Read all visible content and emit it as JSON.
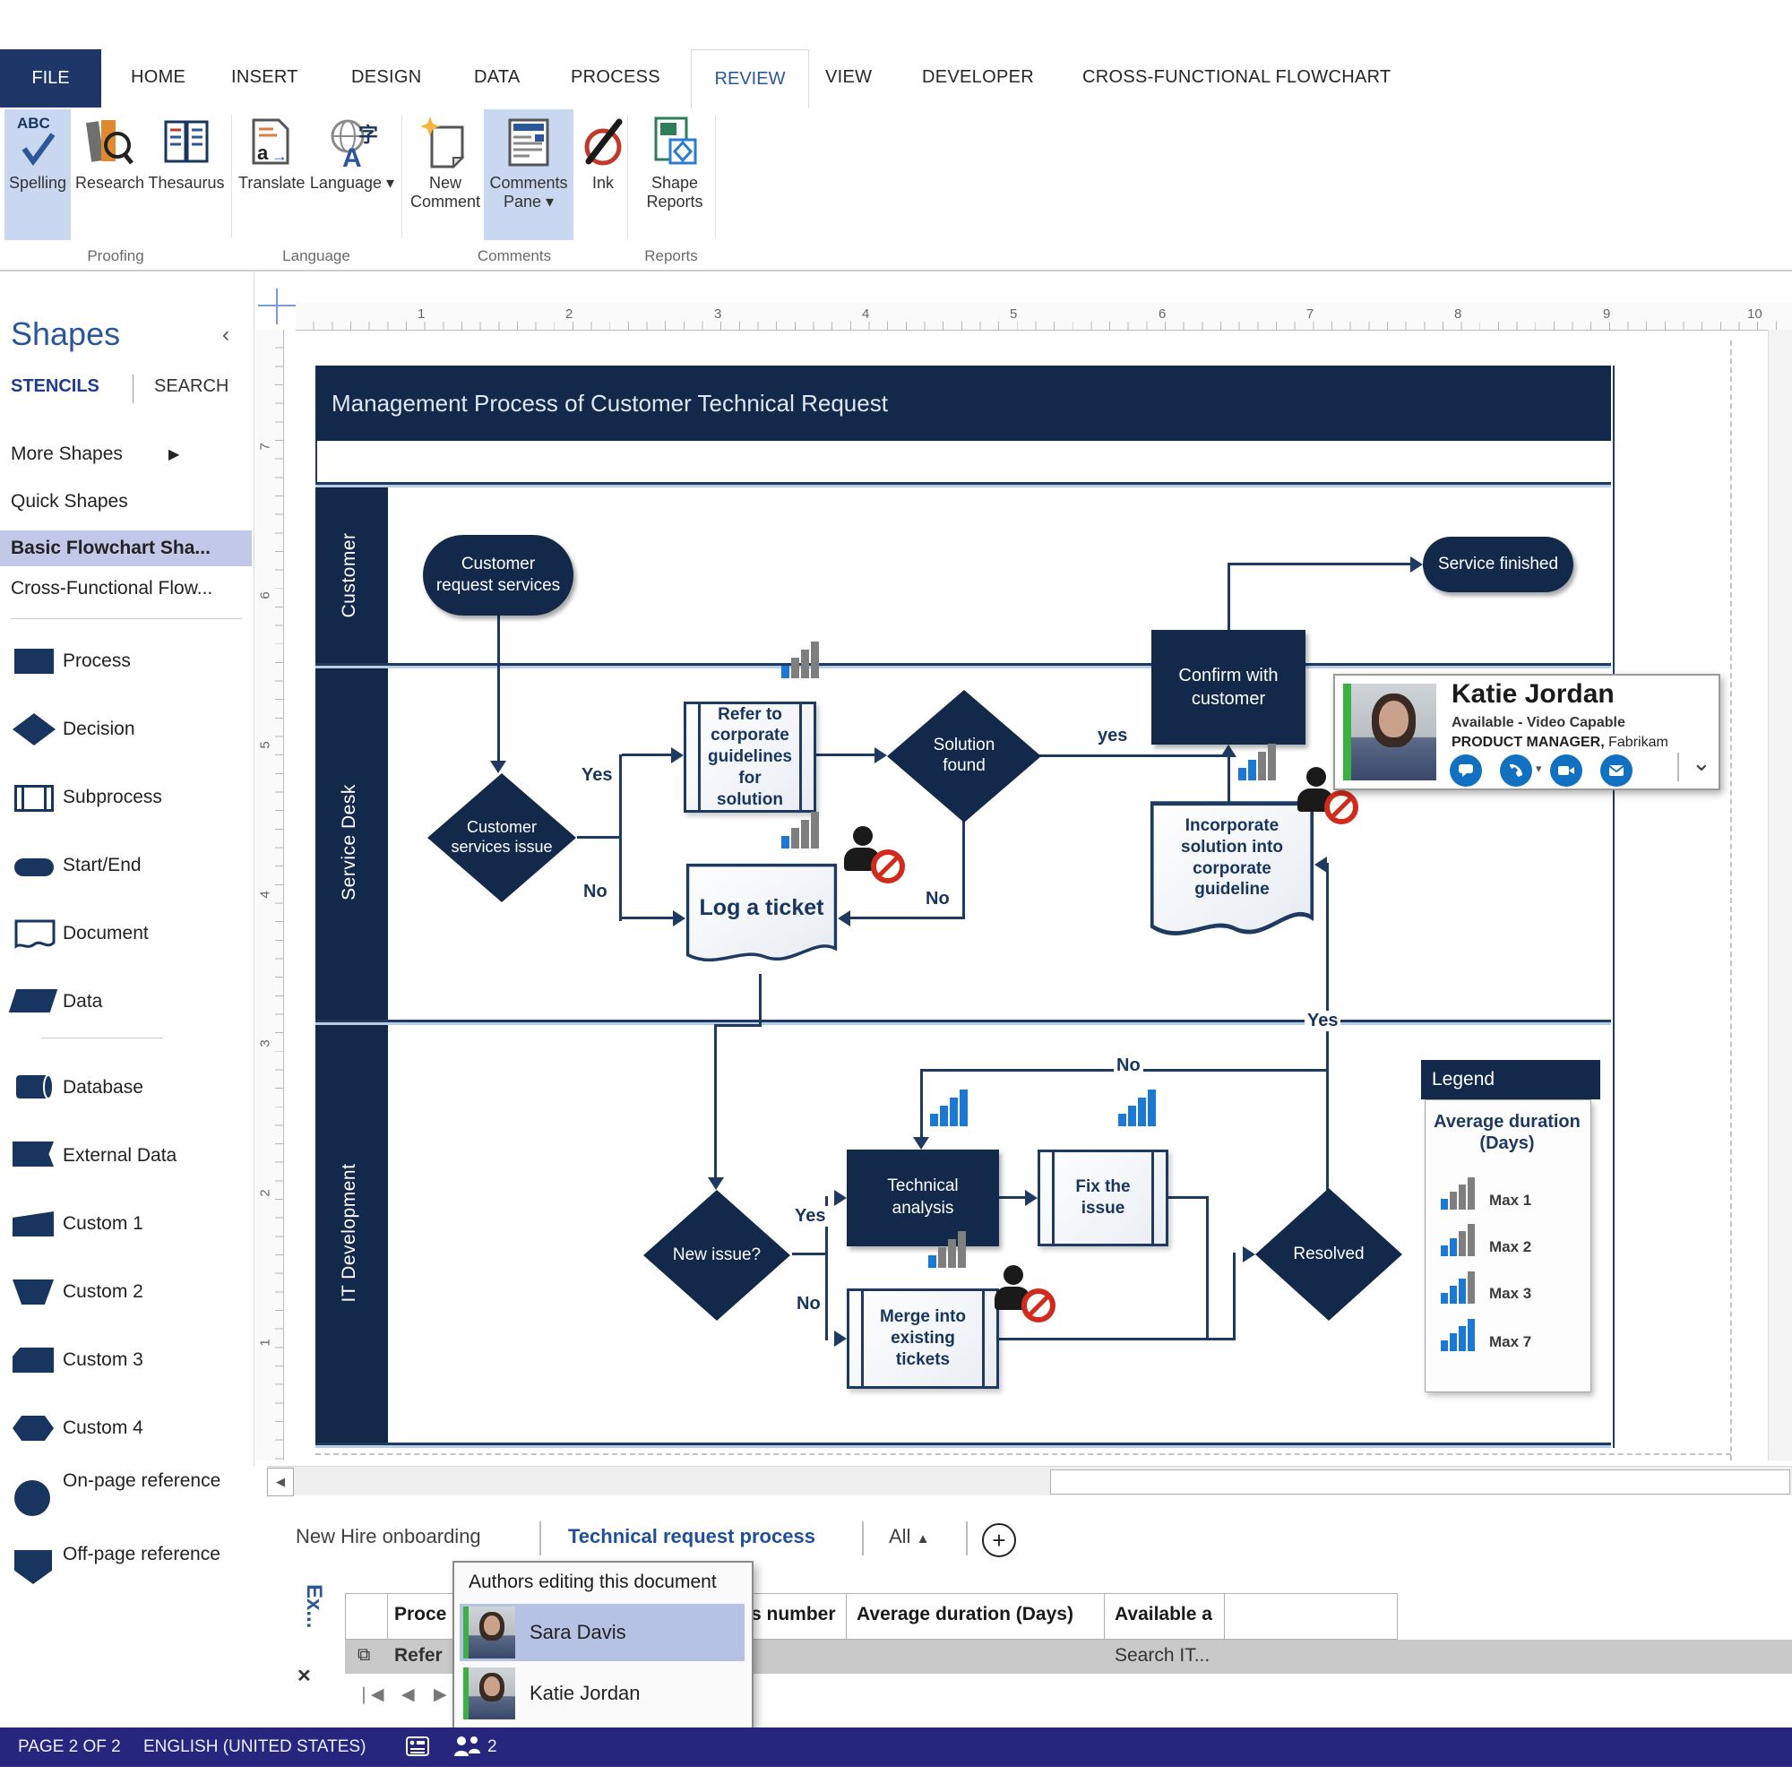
{
  "ribbon": {
    "tabs": [
      {
        "label": "FILE"
      },
      {
        "label": "HOME"
      },
      {
        "label": "INSERT"
      },
      {
        "label": "DESIGN"
      },
      {
        "label": "DATA"
      },
      {
        "label": "PROCESS"
      },
      {
        "label": "REVIEW"
      },
      {
        "label": "VIEW"
      },
      {
        "label": "DEVELOPER"
      },
      {
        "label": "CROSS-FUNCTIONAL FLOWCHART"
      }
    ],
    "buttons": [
      {
        "label": "Spelling"
      },
      {
        "label": "Research"
      },
      {
        "label": "Thesaurus"
      },
      {
        "label": "Translate"
      },
      {
        "label": "Language"
      },
      {
        "label": "New",
        "label2": "Comment"
      },
      {
        "label": "Comments",
        "label2": "Pane"
      },
      {
        "label": "Ink"
      },
      {
        "label": "Shape",
        "label2": "Reports"
      }
    ],
    "groups": [
      {
        "label": "Proofing"
      },
      {
        "label": "Language"
      },
      {
        "label": "Comments"
      },
      {
        "label": "Reports"
      }
    ]
  },
  "shapes_panel": {
    "title": "Shapes",
    "tabs": [
      {
        "label": "STENCILS"
      },
      {
        "label": "SEARCH"
      }
    ],
    "nav": [
      {
        "label": "More Shapes"
      },
      {
        "label": "Quick Shapes"
      },
      {
        "label": "Basic Flowchart Sha..."
      },
      {
        "label": "Cross-Functional Flow..."
      }
    ],
    "shapes": [
      {
        "label": "Process"
      },
      {
        "label": "Decision"
      },
      {
        "label": "Subprocess"
      },
      {
        "label": "Start/End"
      },
      {
        "label": "Document"
      },
      {
        "label": "Data"
      },
      {
        "label": "Database"
      },
      {
        "label": "External Data"
      },
      {
        "label": "Custom 1"
      },
      {
        "label": "Custom 2"
      },
      {
        "label": "Custom 3"
      },
      {
        "label": "Custom 4"
      },
      {
        "label": "On-page reference"
      },
      {
        "label": "Off-page reference"
      }
    ]
  },
  "ruler": {
    "h": [
      "1",
      "2",
      "3",
      "4",
      "5",
      "6",
      "7",
      "8",
      "9",
      "10"
    ],
    "v": [
      "7",
      "6",
      "5",
      "4",
      "3",
      "2",
      "1"
    ]
  },
  "flowchart": {
    "title": "Management Process of Customer Technical Request",
    "lanes": [
      "Customer",
      "Service Desk",
      "IT Development"
    ],
    "nodes": {
      "start": "Customer request services",
      "issue": "Customer services issue",
      "refer": "Refer to corporate guidelines for solution",
      "solution": "Solution found",
      "log": "Log a ticket",
      "confirm": "Confirm with customer",
      "incorporate": "Incorporate solution into corporate guideline",
      "finished": "Service finished",
      "new_issue": "New issue?",
      "technical": "Technical analysis",
      "fix": "Fix the issue",
      "merge": "Merge into existing tickets",
      "resolved": "Resolved"
    },
    "labels": {
      "yes": "Yes",
      "no": "No",
      "yes_lower": "yes"
    }
  },
  "legend": {
    "title": "Legend",
    "heading": "Average duration (Days)",
    "items": [
      {
        "label": "Max 1"
      },
      {
        "label": "Max 2"
      },
      {
        "label": "Max 3"
      },
      {
        "label": "Max 7"
      }
    ]
  },
  "contact_card": {
    "name": "Katie Jordan",
    "status": "Available - Video Capable",
    "role": "PRODUCT MANAGER,",
    "company": "Fabrikam"
  },
  "page_tabs": {
    "pages": [
      {
        "label": "New Hire onboarding"
      },
      {
        "label": "Technical request process"
      }
    ],
    "all": "All"
  },
  "authors_popup": {
    "title": "Authors editing this document",
    "people": [
      {
        "name": "Sara Davis"
      },
      {
        "name": "Katie Jordan"
      }
    ]
  },
  "external_data": {
    "tab": "Ex...",
    "headers": [
      {
        "label": "Proce"
      },
      {
        "label": "s number"
      },
      {
        "label": "Average duration (Days)"
      },
      {
        "label": "Available a"
      }
    ],
    "row": {
      "link_text": "Refer",
      "search": "Search IT..."
    }
  },
  "status_bar": {
    "page": "PAGE 2 OF 2",
    "language": "ENGLISH (UNITED STATES)",
    "people_count": "2"
  },
  "icons": {
    "collapse": "‹",
    "flyout": "▶",
    "up_arrow": "▲",
    "left_arrow": "◀",
    "right_arrow": "▶",
    "first": "◀",
    "bar": "❘",
    "close": "✕",
    "chevron_down": "⌄",
    "plus": "+",
    "link": "⧉",
    "dropdown": "▾",
    "check": "✓",
    "abc": "ABC"
  },
  "colors": {
    "navy": "#13294b",
    "accent_blue": "#2b579a",
    "bar_blue": "#1b78d3",
    "bar_gray": "#7f7f7f",
    "highlight": "#c9d7f1",
    "lane_light": "#b9cde4",
    "status_bar": "#26267e",
    "presence_green": "#3cb043",
    "im_blue": "#1170c0",
    "block_red": "#d12b1e"
  }
}
